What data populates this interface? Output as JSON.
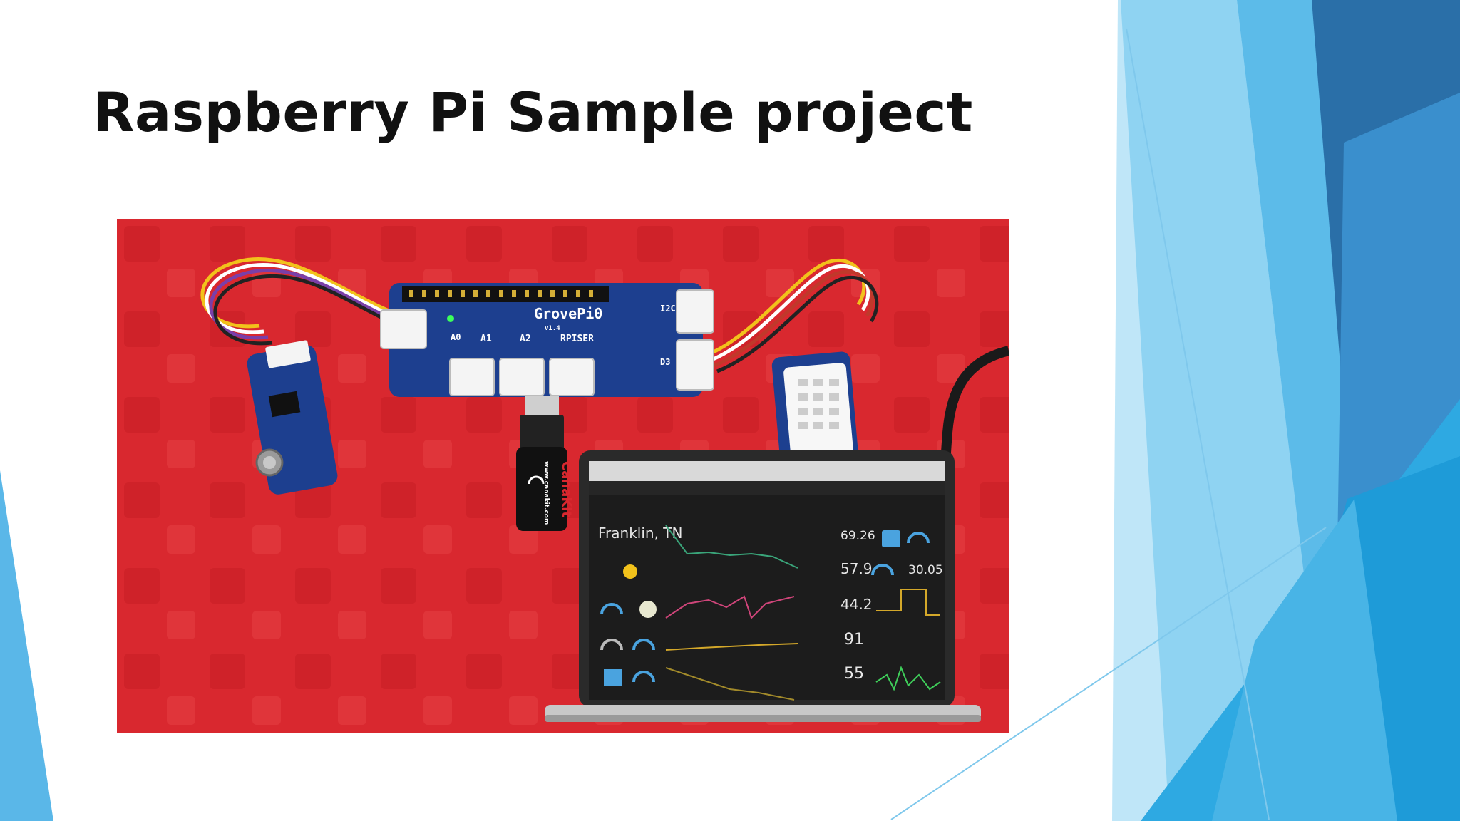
{
  "slide": {
    "title": "Raspberry Pi Sample project"
  },
  "colors": {
    "background": "#ffffff",
    "title": "#111111",
    "accent_dark": "#2a6fa8",
    "accent_mid": "#3ea6df",
    "accent_light": "#8fd3f2",
    "photo_backdrop": "#d9282f"
  },
  "photo": {
    "board": {
      "name": "GrovePi0",
      "version": "v1.4",
      "labels": [
        "A0",
        "A1",
        "A2",
        "RPISER",
        "I2C",
        "D3"
      ]
    },
    "dongle": {
      "brand": "CanaKit",
      "url": "www.canakit.com"
    },
    "dashboard": {
      "location": "Franklin, TN",
      "readings": [
        "69.26",
        "57.9",
        "30.05",
        "44.2",
        "91",
        "55"
      ]
    }
  }
}
